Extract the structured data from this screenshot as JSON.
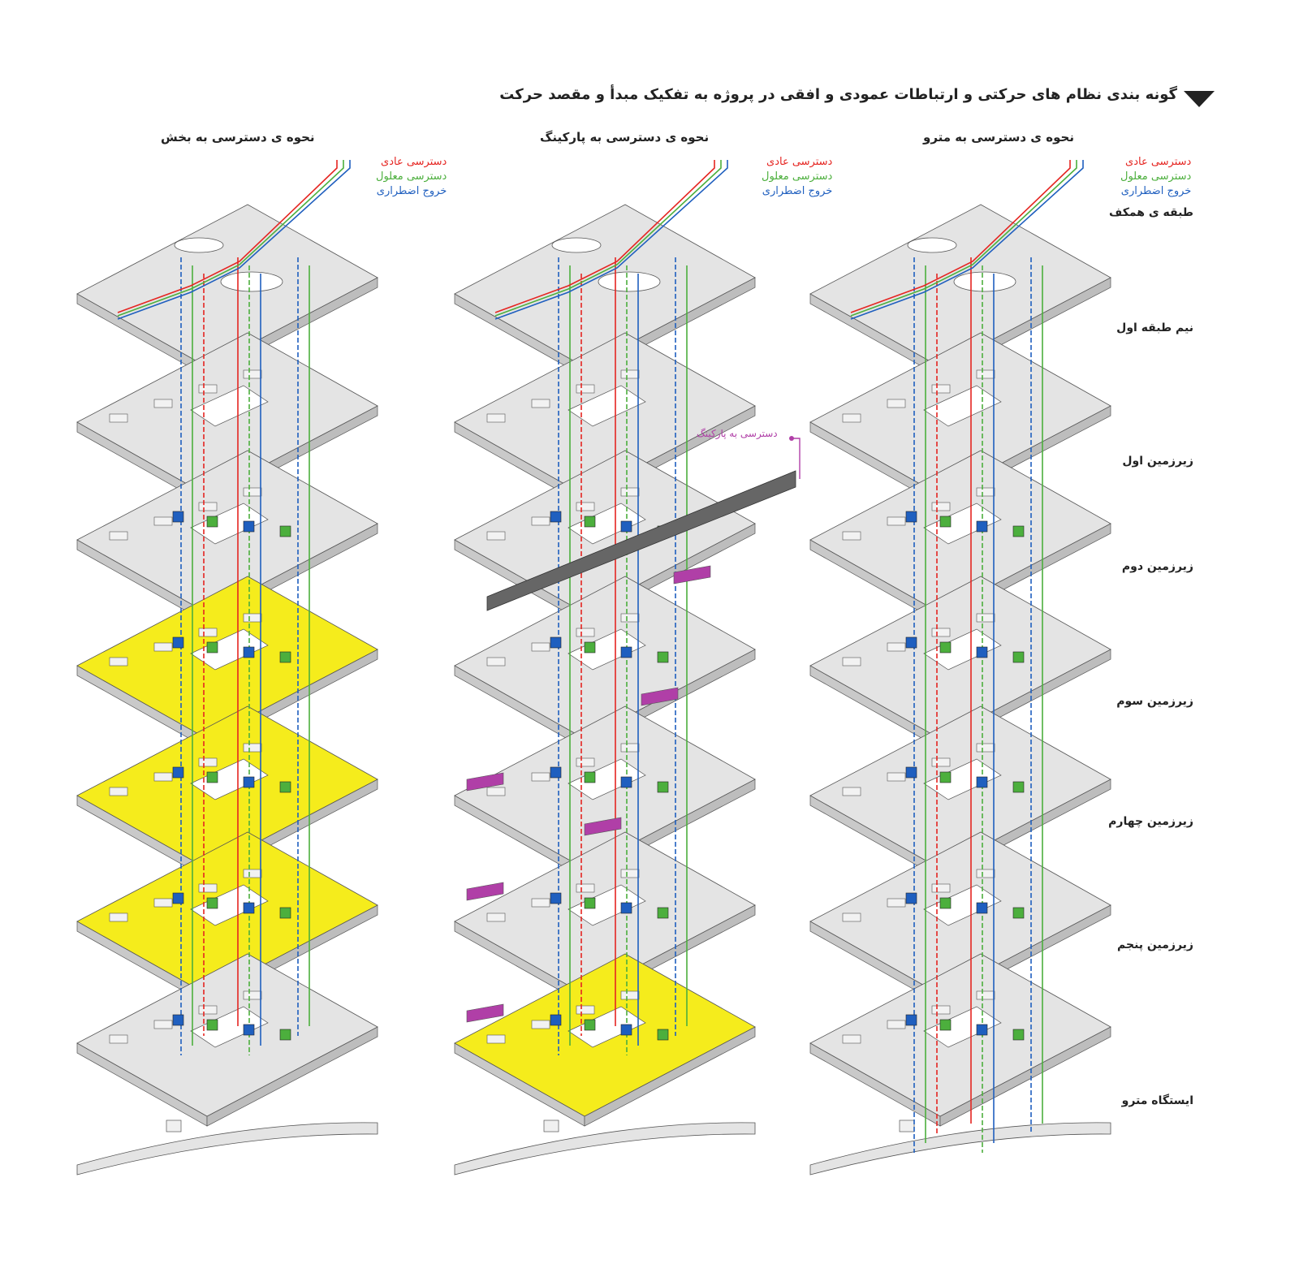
{
  "title": "گونه بندی نظام های حرکتی و ارتباطات عمودی و افقی در پروژه به تفکیک مبدأ و مقصد حرکت",
  "columns": [
    {
      "title": "نحوه ی  دسترسی به بخش",
      "legend": {
        "normal": "دسترسی عادی",
        "disabled": "دسترسی معلول",
        "emergency": "خروج اضطراری"
      },
      "highlighted_floors": [
        3,
        4,
        5
      ]
    },
    {
      "title": "نحوه ی  دسترسی به پارکینگ",
      "legend": {
        "normal": "دسترسی عادی",
        "disabled": "دسترسی معلول",
        "emergency": "خروج اضطراری"
      },
      "highlighted_floors": [
        6,
        7
      ],
      "parking_callout": "دسترسی به پارکینگ"
    },
    {
      "title": "نحوه ی  دسترسی به مترو",
      "legend": {
        "normal": "دسترسی عادی",
        "disabled": "دسترسی معلول",
        "emergency": "خروج اضطراری"
      },
      "highlighted_floors": [
        7
      ]
    }
  ],
  "floors": [
    "طبقه ی همکف",
    "نیم طبقه اول",
    "زیرزمین اول",
    "زیرزمین دوم",
    "زیرزمین سوم",
    "زیرزمین چهارم",
    "زیرزمین پنجم",
    "ایستگاه مترو"
  ],
  "colors": {
    "normal": "#e52521",
    "disabled": "#4caf3d",
    "emergency": "#1f5fbf",
    "highlight": "#f5ec1c",
    "parking": "#b03fa7",
    "slab": "#e4e4e4",
    "outline": "#555555"
  },
  "icons": {
    "normal": "walking-person-icon",
    "disabled": "wheelchair-stroller-icon",
    "emergency": "emergency-exit-icon"
  }
}
